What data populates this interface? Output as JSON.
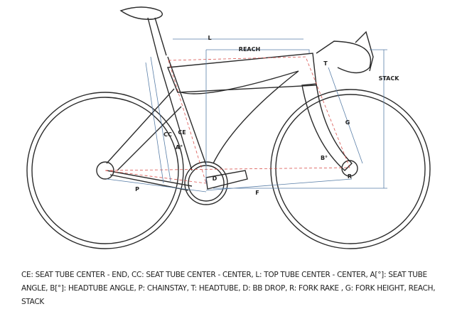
{
  "labels": {
    "l": "L",
    "reach": "REACH",
    "t": "T",
    "stack": "STACK",
    "g": "G",
    "cc": "CC",
    "ce": "CE",
    "a": "A°",
    "b": "B°",
    "d": "D",
    "r": "R",
    "p": "P",
    "f": "F"
  },
  "caption": "CE: SEAT TUBE CENTER - END, CC: SEAT TUBE CENTER - CENTER, L: TOP TUBE CENTER - CENTER, A[°]: SEAT TUBE ANGLE, B[°]: HEADTUBE ANGLE, P: CHAINSTAY, T: HEADTUBE, D: BB DROP, R: FORK RAKE , G: FORK HEIGHT, REACH, STACK",
  "colors": {
    "frame": "#2b2b2b",
    "dimension": "#5a7fa8",
    "reference": "#d9534f"
  }
}
